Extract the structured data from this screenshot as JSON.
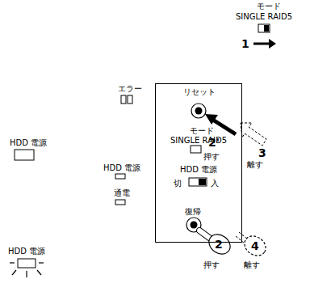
{
  "diagram": {
    "nodes": [
      {
        "text": [
          "リセット",
          "モード",
          "SINGLE RAID5",
          "HDD 電源",
          "切",
          "入",
          "復帰"
        ]
      }
    ],
    "labels": [
      "モード",
      "SINGLE RAID5",
      "1",
      "エラー",
      "HDD 電源",
      "HDD 電源",
      "通電",
      "HDD 電源",
      "2'",
      "3",
      "押す",
      "離す",
      "2",
      "4",
      "押す",
      "離す"
    ]
  }
}
